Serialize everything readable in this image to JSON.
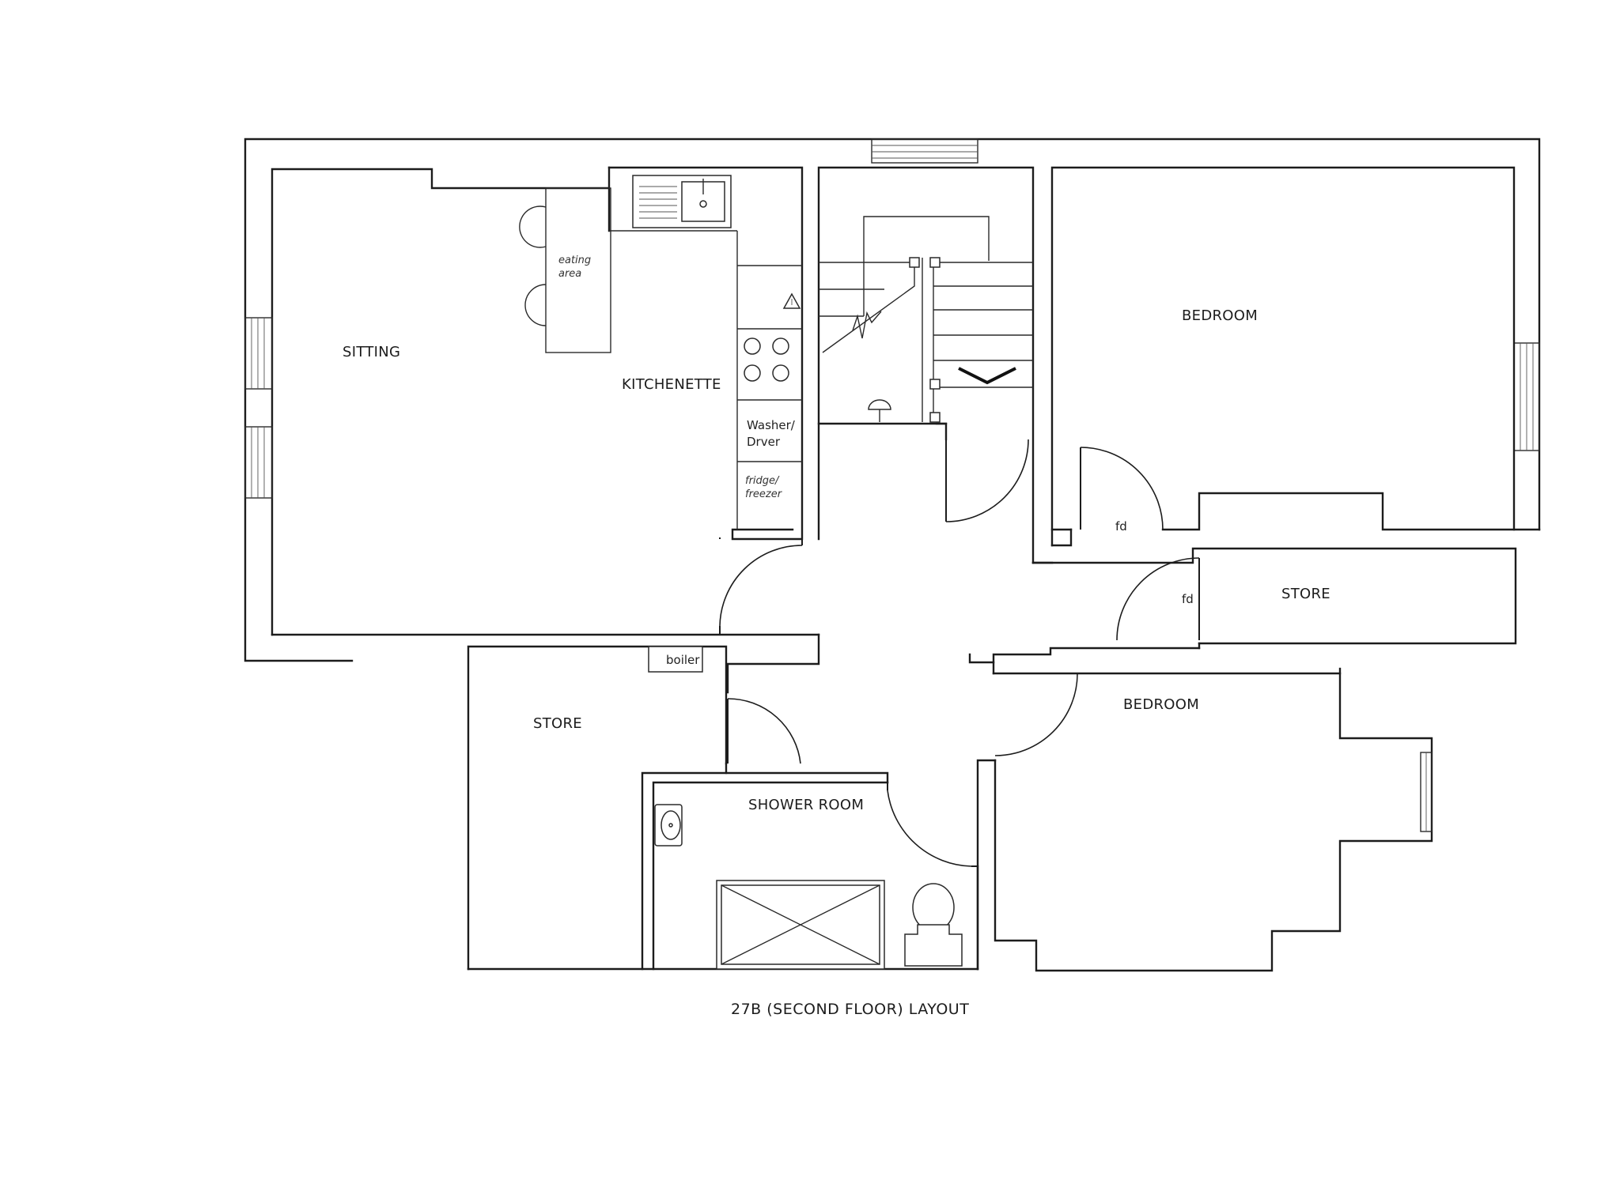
{
  "plan": {
    "caption": "27B (SECOND FLOOR) LAYOUT",
    "rooms": {
      "sitting": "SITTING",
      "kitchenette": "KITCHENETTE",
      "eating_area_line1": "eating",
      "eating_area_line2": "area",
      "bedroom_1": "BEDROOM",
      "bedroom_2": "BEDROOM",
      "store_right": "STORE",
      "store_left": "STORE",
      "shower_room": "SHOWER ROOM"
    },
    "fixtures": {
      "washer_line1": "Washer/",
      "washer_line2": "Drver",
      "fridge_line1": "fridge/",
      "fridge_line2": "freezer",
      "boiler": "boiler",
      "fire_door_1": "fd",
      "fire_door_2": "fd"
    }
  }
}
